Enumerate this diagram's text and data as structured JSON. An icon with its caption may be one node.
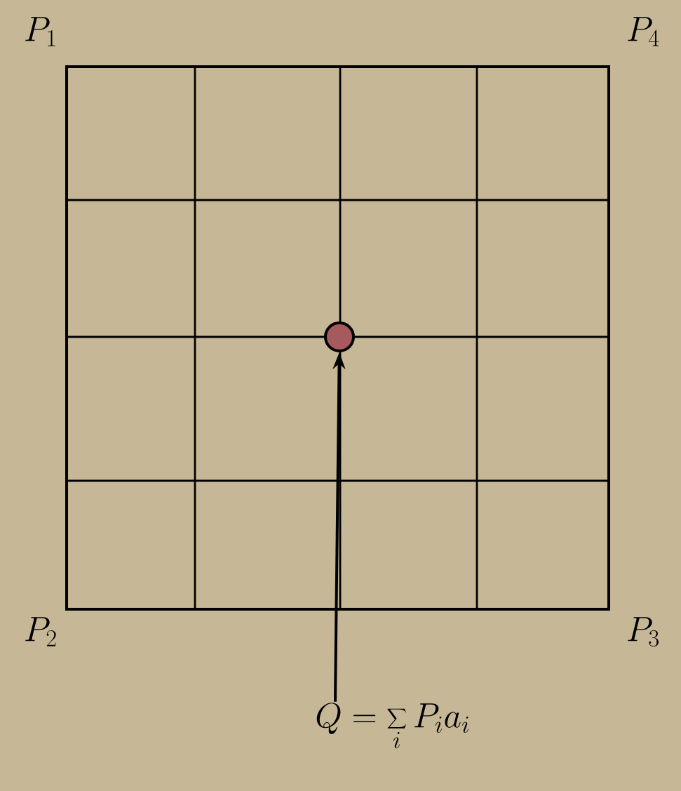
{
  "diagram": {
    "nodes": [
      {
        "text": [
          "Q = \\sum_i P_i a_i"
        ]
      },
      {
        "text": [],
        "shape": "circle"
      }
    ],
    "edges": [
      {
        "from": 0,
        "to": 1,
        "arrow": "to"
      }
    ],
    "labels": [
      "P_1",
      "P_4",
      "P_2",
      "P_3"
    ]
  }
}
